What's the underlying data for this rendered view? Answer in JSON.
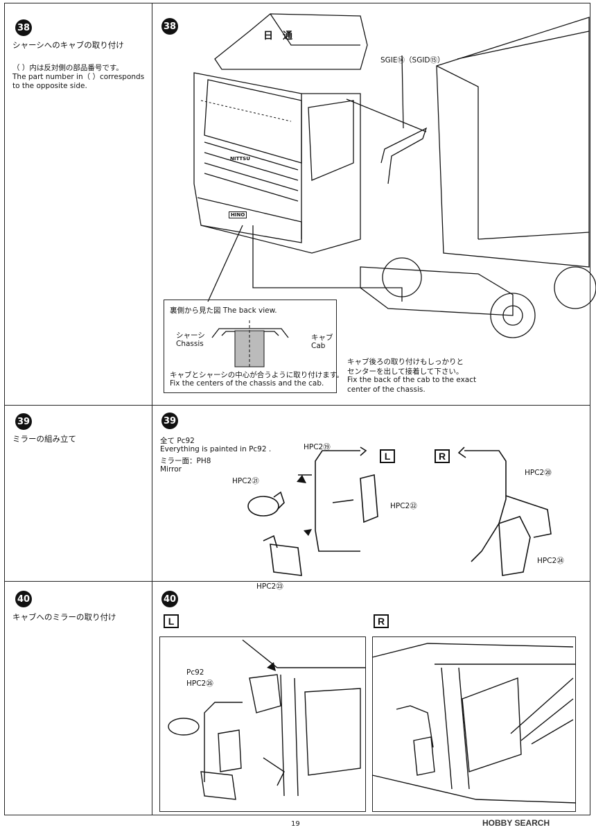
{
  "steps": [
    {
      "number": "38",
      "title": "シャーシへのキャブの取り付け",
      "note_jp": "（ ）内は反対側の部品番号です。",
      "note_en1": "The part number in（ ）corresponds",
      "note_en2": "to the opposite side."
    },
    {
      "number": "39",
      "title": "ミラーの組み立て"
    },
    {
      "number": "40",
      "title": "キャブへのミラーの取り付け"
    }
  ],
  "step38": {
    "cab_text": "日　通",
    "grille_brand": "NITTSU",
    "plate": "HINO",
    "part_label": "SGIE⑭（SGID⑮）",
    "back_view": {
      "title": "裏側から見た図 The back view.",
      "chassis_jp": "シャーシ",
      "chassis_en": "Chassis",
      "cab_jp": "キャブ",
      "cab_en": "Cab",
      "caption_jp": "キャブとシャーシの中心が合うように取り付けます。",
      "caption_en": "Fix the centers of the chassis and the cab."
    },
    "rear_note_jp1": "キャブ後ろの取り付けもしっかりと",
    "rear_note_jp2": "センターを出して接着して下さい。",
    "rear_note_en1": "Fix the back of the cab to the exact",
    "rear_note_en2": "center of the chassis."
  },
  "step39": {
    "paint_jp": "全て Pc92",
    "paint_en": "Everything is painted in Pc92 .",
    "mirror_jp": "ミラー面：PH8",
    "mirror_en": "Mirror",
    "side_l": "L",
    "side_r": "R",
    "parts": [
      "HPC2⑲",
      "HPC2㉑",
      "HPC2㉒",
      "HPC2㉓",
      "HPC2⑳",
      "HPC2㉔"
    ]
  },
  "step40": {
    "side_l": "L",
    "side_r": "R",
    "paint": "Pc92",
    "part": "HPC2㉖"
  },
  "page_number": "19",
  "watermark": "HOBBY SEARCH"
}
